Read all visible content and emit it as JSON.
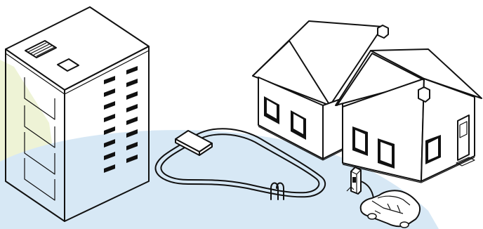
{
  "scene": {
    "title": "",
    "items": [
      "apartment-building",
      "house",
      "swimming-pool",
      "pool-ladder",
      "pool-cover",
      "ev-charging-station",
      "car"
    ]
  },
  "colors": {
    "water_blue": "#d7e8f5",
    "sun_yellow": "#eef3d6",
    "outline": "#111111",
    "window_dark": "#111111"
  }
}
